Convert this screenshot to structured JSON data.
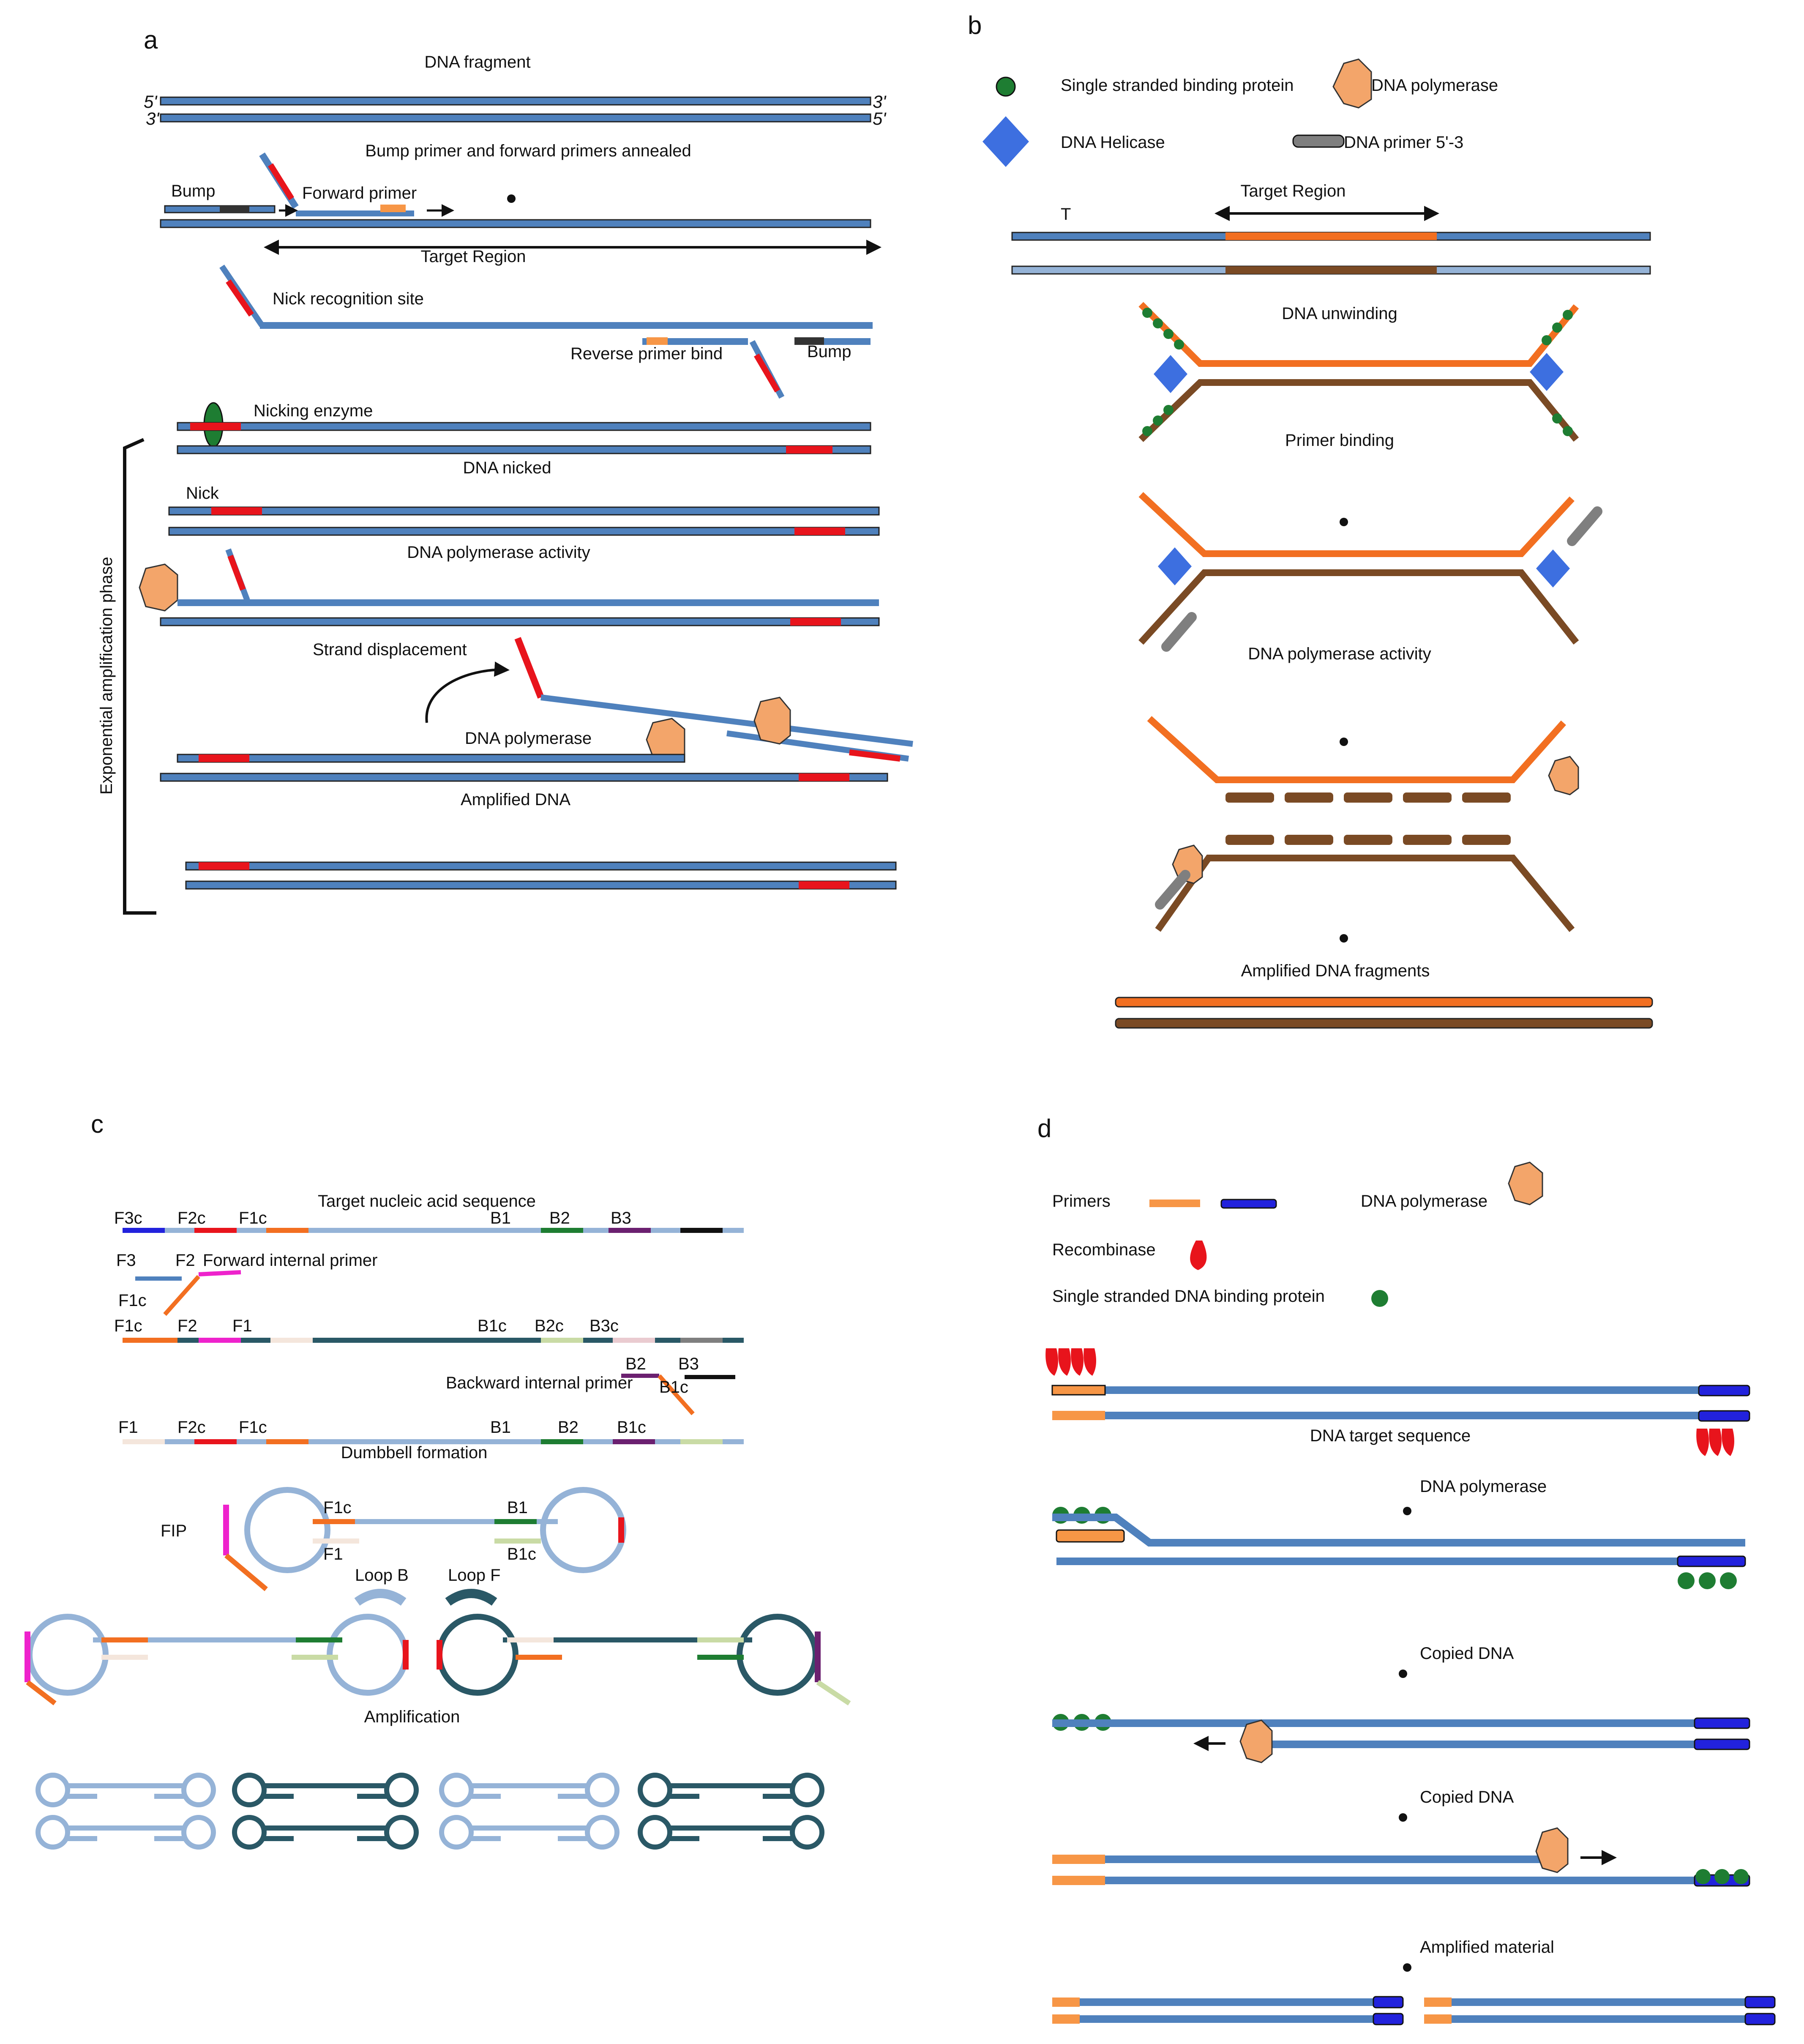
{
  "panel_a": {
    "letter": "a",
    "title_fragment": "DNA fragment",
    "title_annealed": "Bump primer and forward primers annealed",
    "bump": "Bump",
    "forward_primer": "Forward primer",
    "target_region": "Target Region",
    "nick_site": "Nick recognition site",
    "reverse_primer": "Reverse primer bind",
    "bump2": "Bump",
    "nicking_enzyme": "Nicking enzyme",
    "dna_nicked": "DNA nicked",
    "nick": "Nick",
    "polymerase_activity": "DNA polymerase activity",
    "strand_displacement": "Strand displacement",
    "dna_polymerase": "DNA polymerase",
    "amplified_dna": "Amplified DNA",
    "side_label": "Exponential amplification phase"
  },
  "panel_b": {
    "letter": "b",
    "ssb": "Single stranded binding protein",
    "polymerase": "DNA polymerase",
    "helicase": "DNA Helicase",
    "primer": "DNA primer 5'-3",
    "target_region": "Target Region",
    "t_label": "T",
    "unwinding": "DNA unwinding",
    "primer_binding": "Primer binding",
    "polymerase_activity": "DNA polymerase activity",
    "amplified": "Amplified DNA fragments"
  },
  "panel_c": {
    "letter": "c",
    "target_seq": "Target nucleic acid sequence",
    "row1": [
      "F3c",
      "F2c",
      "F1c",
      "B1",
      "B2",
      "B3"
    ],
    "row2": [
      "F3",
      "F2",
      "Forward internal primer",
      "F1c"
    ],
    "row3": [
      "F1c",
      "F2",
      "F1",
      "B1c",
      "B2c",
      "B3c"
    ],
    "row4": [
      "B2",
      "B3",
      "Backward internal primer",
      "B1c"
    ],
    "row5": [
      "F1",
      "F2c",
      "F1c",
      "B1",
      "B2",
      "B1c"
    ],
    "dumbbell": "Dumbbell formation",
    "fip": "FIP",
    "f1c": "F1c",
    "b1": "B1",
    "f1": "F1",
    "b1c": "B1c",
    "loop_b": "Loop B",
    "loop_f": "Loop F",
    "amplification": "Amplification"
  },
  "panel_d": {
    "letter": "d",
    "primers": "Primers",
    "polymerase": "DNA polymerase",
    "recombinase": "Recombinase",
    "ssb": "Single stranded DNA binding protein",
    "target": "DNA target sequence",
    "dna_polymerase": "DNA polymerase",
    "copied1": "Copied DNA",
    "copied2": "Copied DNA",
    "amplified": "Amplified material"
  },
  "colors": {
    "strand": "#4f81bd",
    "strand_light": "#95b3d7",
    "nick": "#e8141c",
    "orange_primer": "#f79646",
    "strand_orange": "#f26f21",
    "strand_brown": "#7a4a24",
    "ssb_green": "#1e7d32",
    "helicase_blue": "#3d6fe0",
    "primer_grey": "#7f7f7f",
    "teal": "#2a5866",
    "blue_primer": "#2222dd",
    "polymerase": "#f3a56a"
  }
}
